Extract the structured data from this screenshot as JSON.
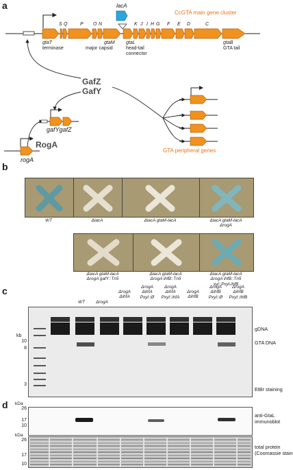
{
  "panels": {
    "a": "a",
    "b": "b",
    "c": "c",
    "d": "d"
  },
  "panel_a": {
    "lacA": "lacA",
    "cluster_title": "CcGTA main gene cluster",
    "gene_letters": [
      "S",
      "Q",
      "P",
      "O",
      "N",
      "K",
      "J",
      "I",
      "H",
      "G",
      "F",
      "E",
      "D",
      "C"
    ],
    "labels": {
      "gtaT": "gtaT",
      "terminase": "terminase",
      "gtaM": "gtaM",
      "major_capsid": "major capsid",
      "gtaL": "gtaL",
      "head_tail": "head-tail",
      "connector": "connector",
      "gtaB": "gtaB",
      "gta_tail": "GTA tail"
    },
    "gafz": "GafZ",
    "gafy": "GafY",
    "roga": "RogA",
    "gafygafz": "gafYgafZ",
    "roga_gene": "rogA",
    "peripheral": "GTA peripheral genes"
  },
  "panel_b": {
    "row1": [
      "WT",
      "ΔlacA",
      "ΔlacA gtaM-lacA",
      "ΔlacA gtaM-lacA\nΔrogA"
    ],
    "row2": [
      "ΔlacA gtaM-lacA\nΔrogA gafY::Tn5",
      "ΔlacA gtaM-lacA\nΔrogA ihfB::Tn5",
      "ΔlacA gtaM-lacA\nΔrogA ihfB::Tn5\nxyl::Pxyl-ihfB"
    ]
  },
  "panel_c": {
    "lanes": [
      "WT",
      "ΔrogA",
      "ΔrogA\nΔihfA",
      "ΔrogA\nΔihfA\nPxyl::Ø",
      "ΔrogA\nΔihfA\nPxyl::ihfA",
      "ΔrogA\nΔihfB",
      "ΔrogA\nΔihfB\nPxyl::Ø",
      "ΔrogA\nΔihfB\nPxyl::ihfB"
    ],
    "kb": "kb",
    "sizes": [
      "10",
      "8",
      "3"
    ],
    "gdna": "gDNA",
    "gta_dna": "GTA DNA",
    "stain": "EtBr staining"
  },
  "panel_d": {
    "kda": "kDa",
    "sizes_top": [
      "26",
      "17",
      "10"
    ],
    "sizes_bottom": [
      "26",
      "17",
      "10"
    ],
    "blot_label": "anti-GtaL\nimmunoblot",
    "total_label": "total protein\n(Coomassie staining)"
  },
  "colors": {
    "gene": "#f0921e",
    "gene_stroke": "#b85e0c",
    "lacA": "#29a6dc",
    "accent": "#e8731c"
  }
}
